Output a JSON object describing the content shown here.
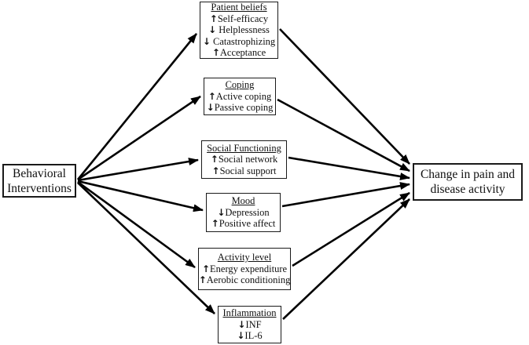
{
  "source_box": {
    "label": "Behavioral Interventions"
  },
  "outcome_box": {
    "label": "Change in pain and disease activity"
  },
  "mediators": [
    {
      "title": "Patient beliefs",
      "items": [
        {
          "arrow": "↑",
          "label": "Self-efficacy"
        },
        {
          "arrow": "↓",
          "label": " Helplessness"
        },
        {
          "arrow": "↓",
          "label": " Catastrophizing"
        },
        {
          "arrow": "↑",
          "label": "Acceptance"
        }
      ]
    },
    {
      "title": "Coping",
      "items": [
        {
          "arrow": "↑",
          "label": "Active coping"
        },
        {
          "arrow": "↓",
          "label": "Passive coping"
        }
      ]
    },
    {
      "title": "Social Functioning",
      "items": [
        {
          "arrow": "↑",
          "label": "Social network"
        },
        {
          "arrow": "↑",
          "label": "Social support"
        }
      ]
    },
    {
      "title": "Mood",
      "items": [
        {
          "arrow": "↓",
          "label": "Depression"
        },
        {
          "arrow": "↑",
          "label": "Positive affect"
        }
      ]
    },
    {
      "title": "Activity level",
      "items": [
        {
          "arrow": "↑",
          "label": "Energy expenditure"
        },
        {
          "arrow": "↑",
          "label": "Aerobic conditioning"
        }
      ]
    },
    {
      "title": "Inflammation",
      "items": [
        {
          "arrow": "↓",
          "label": "INF"
        },
        {
          "arrow": "↓",
          "label": "IL-6"
        }
      ]
    }
  ],
  "colors": {
    "line": "#000000",
    "border": "#1a1a1a",
    "background": "#ffffff",
    "text": "#111111"
  }
}
